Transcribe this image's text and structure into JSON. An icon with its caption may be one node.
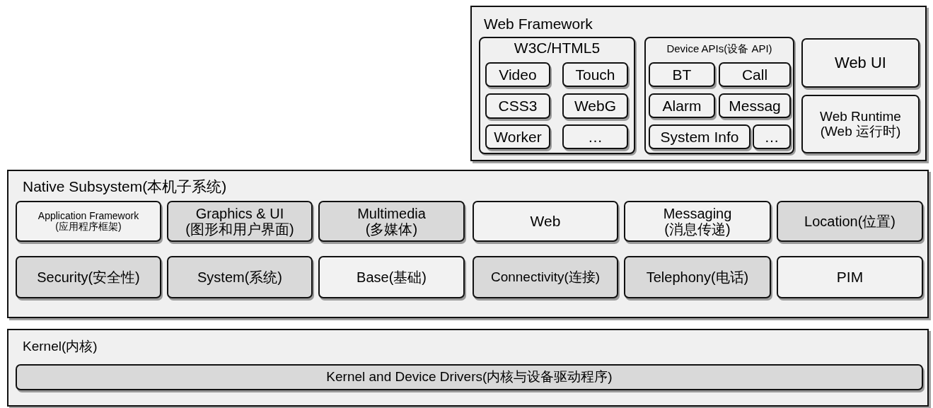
{
  "diagram": {
    "nodes": [
      {
        "text": [
          "Web Framework"
        ]
      },
      {
        "text": [
          "W3C/HTML5"
        ],
        "in": 0
      },
      {
        "text": [
          "Video"
        ],
        "in": 1
      },
      {
        "text": [
          "Touch"
        ],
        "in": 1
      },
      {
        "text": [
          "CSS3"
        ],
        "in": 1
      },
      {
        "text": [
          "WebG"
        ],
        "in": 1
      },
      {
        "text": [
          "Worker"
        ],
        "in": 1
      },
      {
        "text": [
          "…"
        ],
        "in": 1
      },
      {
        "text": [
          "Device APIs(设备 API)"
        ],
        "in": 0
      },
      {
        "text": [
          "BT"
        ],
        "in": 8
      },
      {
        "text": [
          "Call"
        ],
        "in": 8
      },
      {
        "text": [
          "Alarm"
        ],
        "in": 8
      },
      {
        "text": [
          "Messag"
        ],
        "in": 8
      },
      {
        "text": [
          "System Info"
        ],
        "in": 8
      },
      {
        "text": [
          "…"
        ],
        "in": 8
      },
      {
        "text": [
          "Web UI"
        ],
        "in": 0
      },
      {
        "text": [
          "Web Runtime (Web 运行时)"
        ],
        "in": 0
      },
      {
        "text": [
          "Native Subsystem(本机子系统)"
        ]
      },
      {
        "text": [
          "Application Framework (应用程序框架)"
        ],
        "in": 17
      },
      {
        "text": [
          "Graphics & UI (图形和用户界面)"
        ],
        "in": 17
      },
      {
        "text": [
          "Multimedia (多媒体)"
        ],
        "in": 17
      },
      {
        "text": [
          "Web"
        ],
        "in": 17
      },
      {
        "text": [
          "Messaging (消息传递)"
        ],
        "in": 17
      },
      {
        "text": [
          "Location(位置)"
        ],
        "in": 17
      },
      {
        "text": [
          "Security(安全性)"
        ],
        "in": 17
      },
      {
        "text": [
          "System(系统)"
        ],
        "in": 17
      },
      {
        "text": [
          "Base(基础)"
        ],
        "in": 17
      },
      {
        "text": [
          "Connectivity(连接)"
        ],
        "in": 17
      },
      {
        "text": [
          "Telephony(电话)"
        ],
        "in": 17
      },
      {
        "text": [
          "PIM"
        ],
        "in": 17
      },
      {
        "text": [
          "Kernel(内核)"
        ]
      },
      {
        "text": [
          "Kernel and Device Drivers(内核与设备驱动程序)"
        ],
        "in": 30
      }
    ],
    "edges": []
  }
}
